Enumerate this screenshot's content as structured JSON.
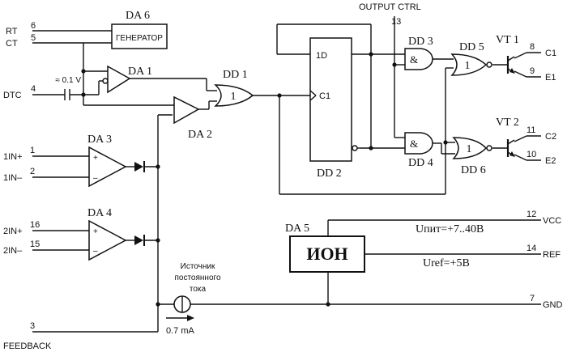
{
  "pins": {
    "rt": {
      "num": "6",
      "name": "RT"
    },
    "ct": {
      "num": "5",
      "name": "CT"
    },
    "dtc": {
      "num": "4",
      "name": "DTC"
    },
    "in1p": {
      "num": "1",
      "name": "1IN+"
    },
    "in1m": {
      "num": "2",
      "name": "1IN–"
    },
    "in2p": {
      "num": "16",
      "name": "2IN+"
    },
    "in2m": {
      "num": "15",
      "name": "2IN–"
    },
    "fb": {
      "num": "3",
      "name": "FEEDBACK"
    },
    "oc": {
      "num": "13",
      "name": "OUTPUT CTRL"
    },
    "c1": {
      "num": "8",
      "name": "C1"
    },
    "e1": {
      "num": "9",
      "name": "E1"
    },
    "c2": {
      "num": "11",
      "name": "C2"
    },
    "e2": {
      "num": "10",
      "name": "E2"
    },
    "vcc": {
      "num": "12",
      "name": "VCC"
    },
    "ref": {
      "num": "14",
      "name": "REF"
    },
    "gnd": {
      "num": "7",
      "name": "GND"
    }
  },
  "blocks": {
    "da6": {
      "ref": "DA 6",
      "text": "ГЕНЕРАТОР"
    },
    "da1": {
      "ref": "DA 1"
    },
    "da2": {
      "ref": "DA 2"
    },
    "da3": {
      "ref": "DA 3"
    },
    "da4": {
      "ref": "DA 4"
    },
    "da5": {
      "ref": "DA 5",
      "text": "ИОН"
    },
    "dd1": {
      "ref": "DD 1",
      "sym": "1"
    },
    "dd2": {
      "ref": "DD 2",
      "d": "1D",
      "c": "C1"
    },
    "dd3": {
      "ref": "DD 3",
      "sym": "&"
    },
    "dd4": {
      "ref": "DD 4",
      "sym": "&"
    },
    "dd5": {
      "ref": "DD 5",
      "sym": "1"
    },
    "dd6": {
      "ref": "DD 6",
      "sym": "1"
    },
    "vt1": {
      "ref": "VT 1"
    },
    "vt2": {
      "ref": "VT 2"
    }
  },
  "annotations": {
    "offset_v": "≈ 0.1 V",
    "supply": "Uпит=+7..40В",
    "uref": "Uref=+5В",
    "src_l1": "Источник",
    "src_l2": "постоянного",
    "src_l3": "тока",
    "current": "0.7 mA",
    "plus": "+",
    "minus": "–"
  }
}
